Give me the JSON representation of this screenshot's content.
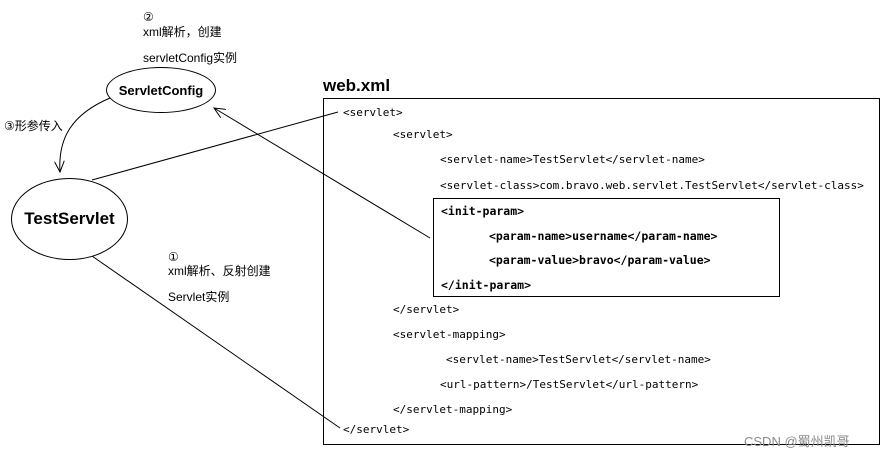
{
  "notes": {
    "step2_marker": "②",
    "step2_line1": "xml解析，创建",
    "step2_line2": "servletConfig实例",
    "step3": "③形参传入",
    "step1_marker": "①",
    "step1_line1": "xml解析、反射创建",
    "step1_line2": "Servlet实例"
  },
  "nodes": {
    "servlet_config": "ServletConfig",
    "test_servlet": "TestServlet"
  },
  "xml": {
    "title": "web.xml",
    "servlet_open": "<servlet>",
    "servlet_open_inner": "<servlet>",
    "servlet_name": "<servlet-name>TestServlet</servlet-name>",
    "servlet_class": "<servlet-class>com.bravo.web.servlet.TestServlet</servlet-class>",
    "init_param_open": "<init-param>",
    "param_name": "<param-name>username</param-name>",
    "param_value": "<param-value>bravo</param-value>",
    "init_param_close": "</init-param>",
    "servlet_close_inner": "</servlet>",
    "mapping_open": "<servlet-mapping>",
    "mapping_name": "<servlet-name>TestServlet</servlet-name>",
    "url_pattern": "<url-pattern>/TestServlet</url-pattern>",
    "mapping_close": "</servlet-mapping>",
    "servlet_close": "</servlet>"
  },
  "watermark": "CSDN @蜀州凯哥"
}
